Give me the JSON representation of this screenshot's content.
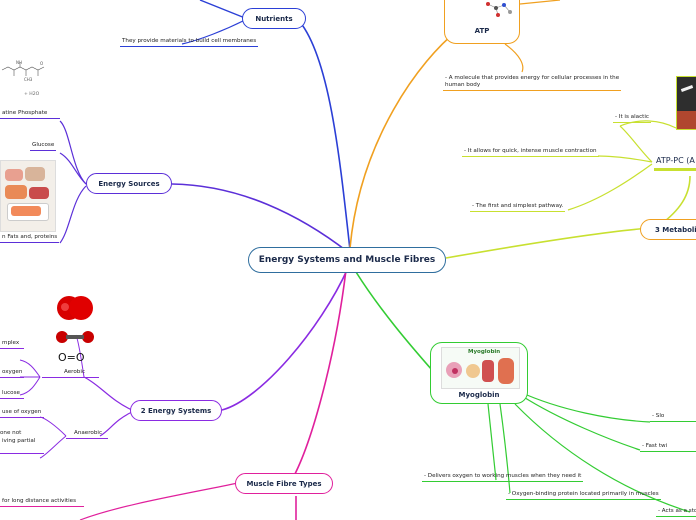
{
  "central": {
    "title": "Energy Systems and Muscle Fibres"
  },
  "nutrients": {
    "title": "Nutrients",
    "note": "They provide materials to build cell membranes"
  },
  "energy_sources": {
    "title": "Energy Sources",
    "items": [
      "atine Phosphate",
      "Glucose",
      "n Fats and, proteins"
    ],
    "formula_text": "+ H2O"
  },
  "energy_systems": {
    "title": "2 Energy Systems",
    "aerobic": "Aerobic",
    "aerobic_items": [
      "mplex",
      "oxygen",
      "lucose"
    ],
    "anaerobic": "Anaerobic",
    "anaerobic_items": [
      "use of oxygen",
      "one not",
      "iving partial"
    ],
    "oxygen_formula": "O=O"
  },
  "muscle_fibre_types": {
    "title": "Muscle Fibre Types",
    "item": "for long distance activities"
  },
  "atp": {
    "title": "ATP",
    "definition_line1": "- A molecule that provides energy for cellular processes in the",
    "definition_line2": "human body"
  },
  "atp_pc": {
    "title": "ATP-PC (A",
    "items": [
      "- It is alactic",
      "- It allows for quick, intense muscle contraction",
      "- The first and simplest pathway."
    ]
  },
  "metabolic": {
    "title": "3 Metaboli"
  },
  "myoglobin": {
    "title": "Myoglobin",
    "image_title": "Myoglobin",
    "items": [
      "- Delivers oxygen to working muscles when they need it",
      "- Oxygen-binding protein located primarily in muscles",
      "- Acts as a sto",
      "- Slo",
      "- Fast twi"
    ]
  },
  "colors": {
    "nutrients": "#2b3fd6",
    "energy_sources": "#5b2fd8",
    "energy_systems": "#8a2be2",
    "muscle_fibre": "#e0209c",
    "atp": "#f0a020",
    "atp_pc": "#c8e030",
    "myoglobin": "#33cc33",
    "central": "#2f6e9e"
  }
}
